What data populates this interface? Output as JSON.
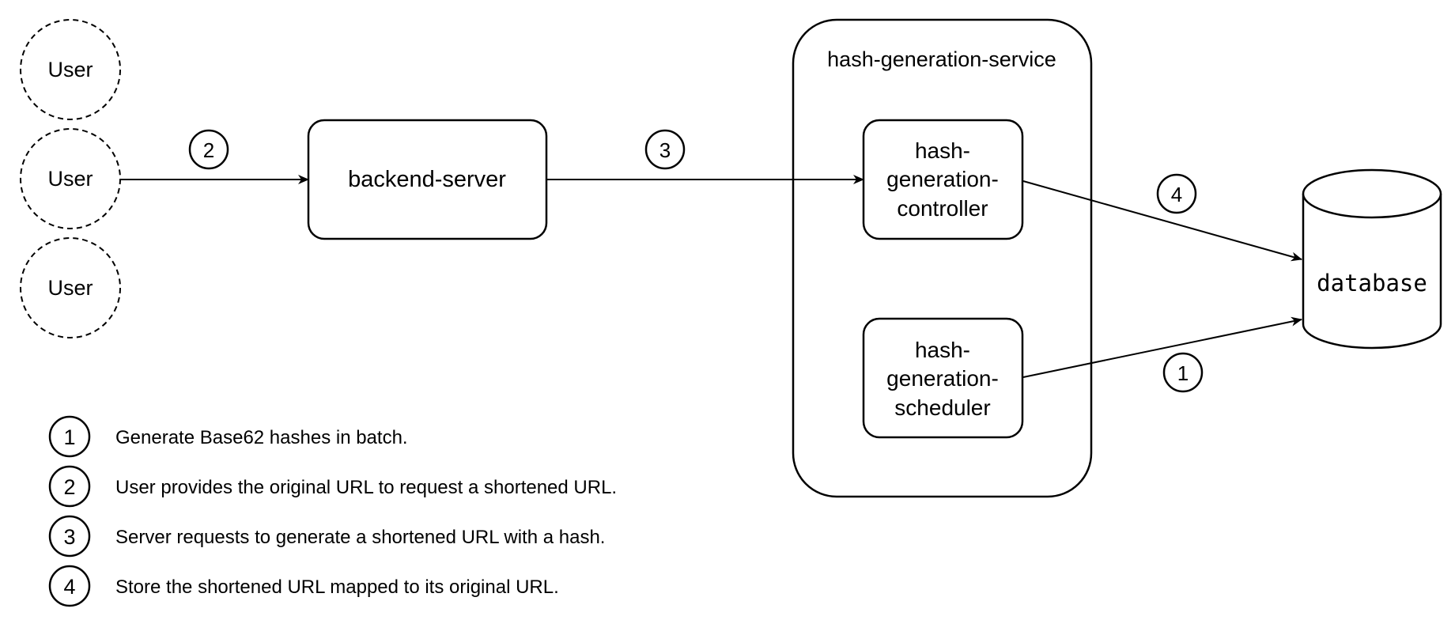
{
  "users": [
    {
      "label": "User"
    },
    {
      "label": "User"
    },
    {
      "label": "User"
    }
  ],
  "backend": {
    "label": "backend-server"
  },
  "service": {
    "title": "hash-generation-service",
    "controller": {
      "lines": [
        "hash-",
        "generation-",
        "controller"
      ]
    },
    "scheduler": {
      "lines": [
        "hash-",
        "generation-",
        "scheduler"
      ]
    }
  },
  "database": {
    "label": "database"
  },
  "edges": [
    {
      "from": "user",
      "to": "backend-server",
      "step": "2"
    },
    {
      "from": "backend-server",
      "to": "hash-generation-controller",
      "step": "3"
    },
    {
      "from": "hash-generation-controller",
      "to": "database",
      "step": "4"
    },
    {
      "from": "hash-generation-scheduler",
      "to": "database",
      "step": "1"
    }
  ],
  "legend": [
    {
      "step": "1",
      "text": "Generate Base62 hashes in batch."
    },
    {
      "step": "2",
      "text": "User provides the original URL to request a shortened URL."
    },
    {
      "step": "3",
      "text": "Server requests to generate a shortened URL with a hash."
    },
    {
      "step": "4",
      "text": "Store the shortened URL mapped to its original URL."
    }
  ],
  "colors": {
    "stroke": "#000000",
    "fill": "#ffffff",
    "text": "#000000"
  }
}
